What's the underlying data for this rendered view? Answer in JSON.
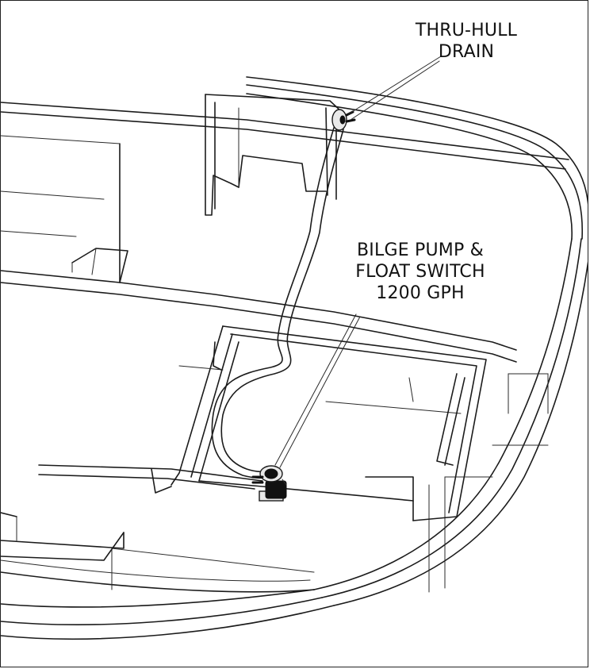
{
  "labels": {
    "thru_hull_line1": "THRU-HULL",
    "thru_hull_line2": "DRAIN",
    "bilge_line1": "BILGE PUMP &",
    "bilge_line2": "FLOAT SWITCH",
    "bilge_line3": "1200 GPH"
  },
  "colors": {
    "line": "#1b1b1b",
    "background": "#ffffff"
  }
}
